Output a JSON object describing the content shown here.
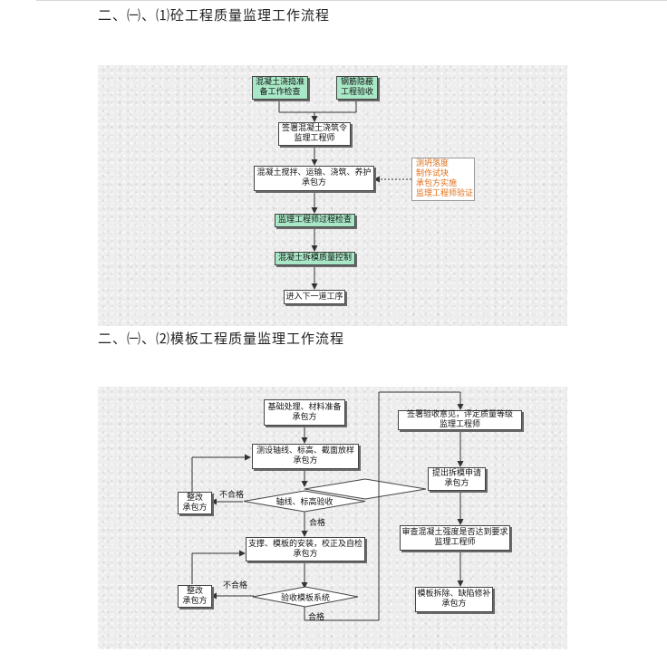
{
  "section1": {
    "heading": "二、㈠、⑴砼工程质量监理工作流程",
    "prep_check": [
      "混凝土浇捣准",
      "备工作检查"
    ],
    "rebar_check": [
      "钢筋隐蔽",
      "工程验收"
    ],
    "pour_order": [
      "签署混凝土浇筑令",
      "监理工程师"
    ],
    "mixing": [
      "混凝土搅拌、运输、浇筑、养护",
      "承包方"
    ],
    "side_note": [
      "测坍落度",
      "制作试块",
      "承包方实施",
      "监理工程师验证"
    ],
    "process_check": "监理工程师过程检查",
    "formwork_removal_control": "混凝土拆模质量控制",
    "next_step": "进入下一道工序"
  },
  "section2": {
    "heading": "二、㈠、⑵模板工程质量监理工作流程",
    "base_prep": [
      "基础处理、材料准备",
      "承包方"
    ],
    "layout": [
      "测设轴线、标高、截面放样",
      "承包方"
    ],
    "rectify_1": [
      "整改",
      "承包方"
    ],
    "fail_1": "不合格",
    "axis_check": "轴线、标高验收",
    "pass_1": "合格",
    "support": [
      "支撑、模板的安装，校正及自检",
      "承包方"
    ],
    "rectify_2": [
      "整改",
      "承包方"
    ],
    "fail_2": "不合格",
    "formwork_check": "验收模板系统",
    "pass_2": "合格",
    "sign_opinion": [
      "签署验收意见，评定质量等级",
      "监理工程师"
    ],
    "apply_removal": [
      "提出拆模申请",
      "承包方"
    ],
    "review_strength": [
      "审查混凝土强度是否达到要求",
      "监理工程师"
    ],
    "removal_repair": [
      "模板拆除、缺陷修补",
      "承包方"
    ]
  }
}
